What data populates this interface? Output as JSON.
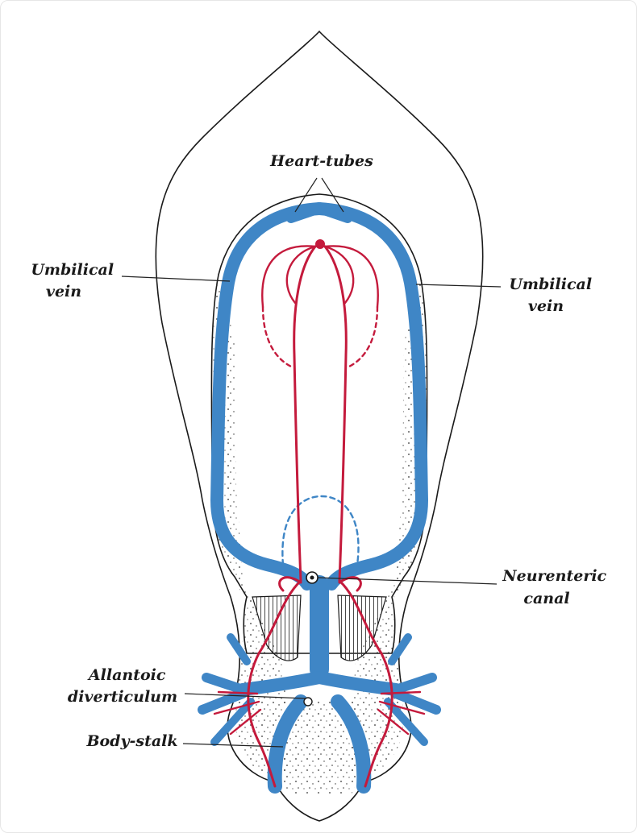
{
  "colors": {
    "vein": "#3f86c6",
    "artery": "#c41a3c",
    "outline": "#1a1a1a",
    "background": "#ffffff"
  },
  "labels": {
    "heart_tubes": "Heart-tubes",
    "umbilical_vein_left": [
      "Umbilical",
      "vein"
    ],
    "umbilical_vein_right": [
      "Umbilical",
      "vein"
    ],
    "neurenteric_canal": [
      "Neurenteric",
      "canal"
    ],
    "allantoic_diverticulum": [
      "Allantoic",
      "diverticulum"
    ],
    "body_stalk": "Body-stalk"
  }
}
